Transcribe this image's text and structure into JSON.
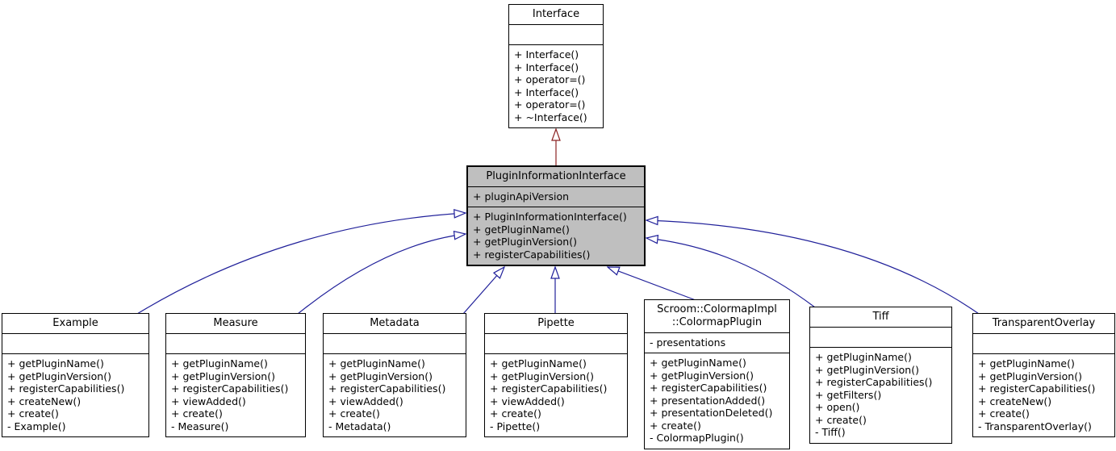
{
  "colors": {
    "public_inheritance": "#20209a",
    "private_inheritance": "#8b2323",
    "highlight_fill": "#bfbfbf",
    "box_border": "#000000",
    "background": "#ffffff"
  },
  "classes": {
    "interface": {
      "name": "Interface",
      "attributes": [],
      "methods": [
        "+ Interface()",
        "+ Interface()",
        "+ operator=()",
        "+ Interface()",
        "+ operator=()",
        "+ ~Interface()"
      ]
    },
    "plugin_information_interface": {
      "name": "PluginInformationInterface",
      "attributes": [
        "+ pluginApiVersion"
      ],
      "methods": [
        "+ PluginInformationInterface()",
        "+ getPluginName()",
        "+ getPluginVersion()",
        "+ registerCapabilities()"
      ]
    },
    "example": {
      "name": "Example",
      "attributes": [],
      "methods": [
        "+ getPluginName()",
        "+ getPluginVersion()",
        "+ registerCapabilities()",
        "+ createNew()",
        "+ create()",
        "- Example()"
      ]
    },
    "measure": {
      "name": "Measure",
      "attributes": [],
      "methods": [
        "+ getPluginName()",
        "+ getPluginVersion()",
        "+ registerCapabilities()",
        "+ viewAdded()",
        "+ create()",
        "- Measure()"
      ]
    },
    "metadata": {
      "name": "Metadata",
      "attributes": [],
      "methods": [
        "+ getPluginName()",
        "+ getPluginVersion()",
        "+ registerCapabilities()",
        "+ viewAdded()",
        "+ create()",
        "- Metadata()"
      ]
    },
    "pipette": {
      "name": "Pipette",
      "attributes": [],
      "methods": [
        "+ getPluginName()",
        "+ getPluginVersion()",
        "+ registerCapabilities()",
        "+ viewAdded()",
        "+ create()",
        "- Pipette()"
      ]
    },
    "colormap_plugin": {
      "name": "Scroom::ColormapImpl\n::ColormapPlugin",
      "attributes": [
        "- presentations"
      ],
      "methods": [
        "+ getPluginName()",
        "+ getPluginVersion()",
        "+ registerCapabilities()",
        "+ presentationAdded()",
        "+ presentationDeleted()",
        "+ create()",
        "- ColormapPlugin()"
      ]
    },
    "tiff": {
      "name": "Tiff",
      "attributes": [],
      "methods": [
        "+ getPluginName()",
        "+ getPluginVersion()",
        "+ registerCapabilities()",
        "+ getFilters()",
        "+ open()",
        "+ create()",
        "- Tiff()"
      ]
    },
    "transparent_overlay": {
      "name": "TransparentOverlay",
      "attributes": [],
      "methods": [
        "+ getPluginName()",
        "+ getPluginVersion()",
        "+ registerCapabilities()",
        "+ createNew()",
        "+ create()",
        "- TransparentOverlay()"
      ]
    }
  },
  "relations": [
    {
      "from": "PluginInformationInterface",
      "to": "Interface",
      "type": "private-inheritance"
    },
    {
      "from": "Example",
      "to": "PluginInformationInterface",
      "type": "public-inheritance"
    },
    {
      "from": "Measure",
      "to": "PluginInformationInterface",
      "type": "public-inheritance"
    },
    {
      "from": "Metadata",
      "to": "PluginInformationInterface",
      "type": "public-inheritance"
    },
    {
      "from": "Pipette",
      "to": "PluginInformationInterface",
      "type": "public-inheritance"
    },
    {
      "from": "Scroom::ColormapImpl::ColormapPlugin",
      "to": "PluginInformationInterface",
      "type": "public-inheritance"
    },
    {
      "from": "Tiff",
      "to": "PluginInformationInterface",
      "type": "public-inheritance"
    },
    {
      "from": "TransparentOverlay",
      "to": "PluginInformationInterface",
      "type": "public-inheritance"
    }
  ]
}
